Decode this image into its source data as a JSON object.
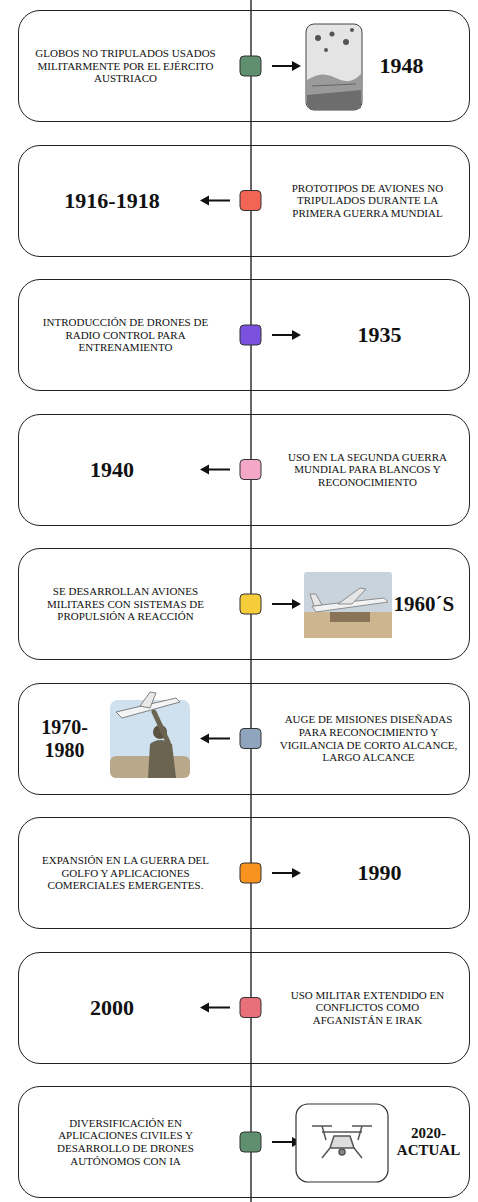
{
  "diagram": {
    "nodes": [
      {
        "text": [
          "GLOBOS NO TRIPULADOS USADOS MILITARMENTE POR EL EJÉRCITO AUSTRIACO",
          "1948"
        ]
      },
      {
        "text": [
          "1916-1918",
          "PROTOTIPOS DE AVIONES NO TRIPULADOS DURANTE LA PRIMERA GUERRA MUNDIAL"
        ]
      },
      {
        "text": [
          "INTRODUCCIÓN DE DRONES DE RADIO CONTROL PARA ENTRENAMIENTO",
          "1935"
        ]
      },
      {
        "text": [
          "1940",
          "USO EN LA SEGUNDA GUERRA MUNDIAL PARA BLANCOS Y RECONOCIMIENTO"
        ]
      },
      {
        "text": [
          "SE DESARROLLAN AVIONES MILITARES CON SISTEMAS DE PROPULSIÓN A REACCIÓN",
          "1960´S"
        ]
      },
      {
        "text": [
          "1970- 1980",
          "AUGE DE MISIONES DISEÑADAS PARA RECONOCIMIENTO Y VIGILANCIA DE CORTO ALCANCE, LARGO ALCANCE"
        ]
      },
      {
        "text": [
          "EXPANSIÓN EN LA GUERRA DEL GOLFO Y APLICACIONES COMERCIALES EMERGENTES.",
          "1990"
        ]
      },
      {
        "text": [
          "2000",
          "USO MILITAR EXTENDIDO EN CONFLICTOS COMO AFGANISTÁN E IRAK"
        ]
      },
      {
        "text": [
          "DIVERSIFICACIÓN EN APLICACIONES CIVILES Y DESARROLLO DE DRONES AUTÓNOMOS CON IA",
          "2020- ACTUAL"
        ]
      }
    ]
  }
}
